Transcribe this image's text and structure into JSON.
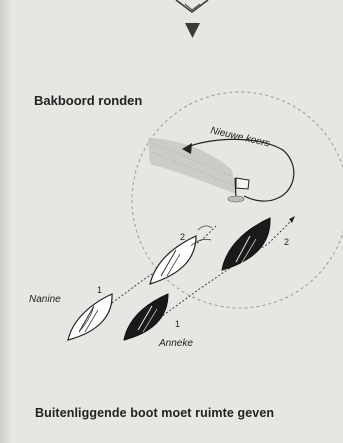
{
  "title": "Bakboord ronden",
  "course_label": "Nieuwe koers",
  "boats": [
    {
      "name": "Nanine",
      "color": "#ffffff"
    },
    {
      "name": "Anneke",
      "color": "#1a1a1a"
    }
  ],
  "positions": [
    "1",
    "2",
    "2",
    "1"
  ],
  "caption": "Buitenliggende boot moet ruimte geven",
  "colors": {
    "background": "#e6e6e2",
    "ink": "#222222",
    "zone_shading": "#c6c6c2"
  },
  "icons": [
    "mark-flag-icon",
    "course-arrow-icon",
    "arrow-down-icon"
  ]
}
